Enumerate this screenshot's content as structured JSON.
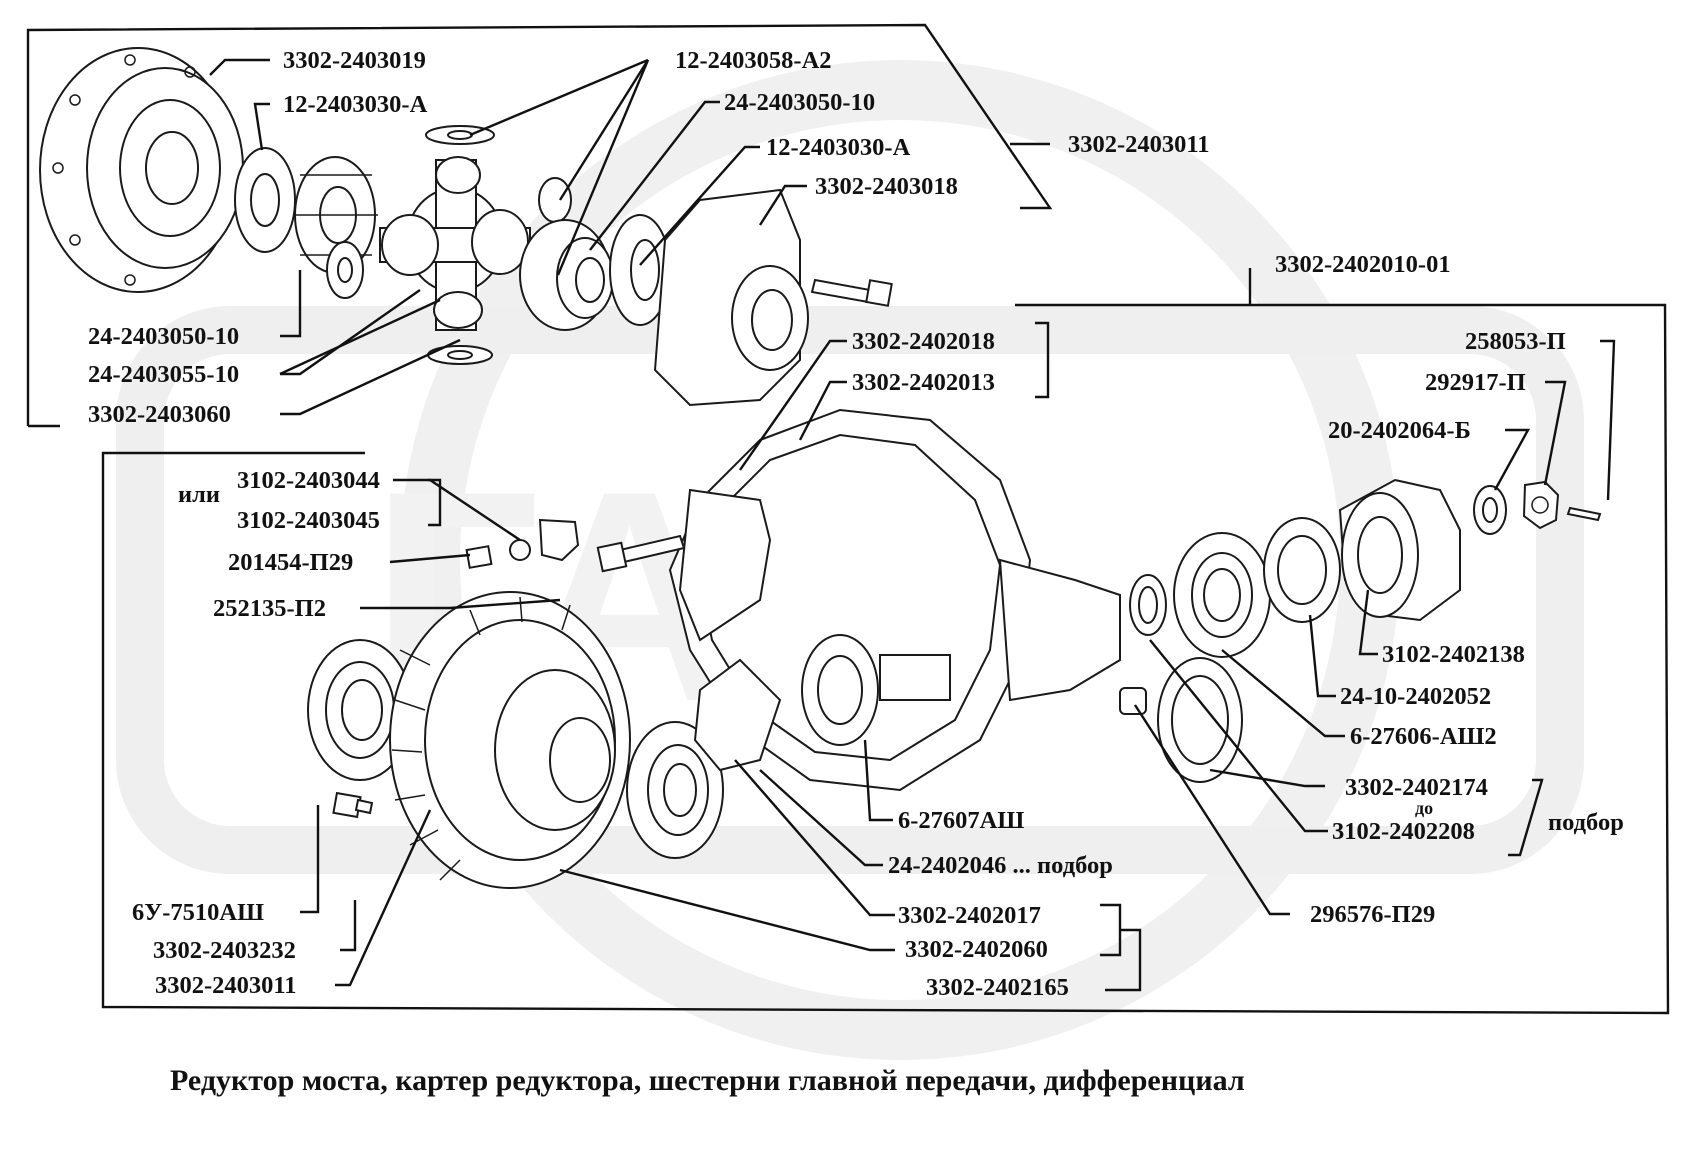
{
  "watermark": {
    "text": "ГАЗ",
    "color": "#e6e6e6"
  },
  "caption": "Редуктор моста, картер редуктора, шестерни главной передачи, дифференциал",
  "groups": {
    "differential_assembly": {
      "part": "3302-2403011"
    },
    "reducer_assembly": {
      "part": "3302-2402010-01"
    }
  },
  "labels": {
    "p_3302_2403019": "3302-2403019",
    "p_12_2403058_a2": "12-2403058-А2",
    "p_12_2403030_a_top": "12-2403030-А",
    "p_24_2403050_10_top": "24-2403050-10",
    "p_12_2403030_a_mid": "12-2403030-А",
    "p_3302_2403011_top": "3302-2403011",
    "p_3302_2403018": "3302-2403018",
    "p_3302_2402010_01": "3302-2402010-01",
    "p_24_2403050_10_left": "24-2403050-10",
    "p_24_2403055_10": "24-2403055-10",
    "p_3302_2403060": "3302-2403060",
    "p_3302_2402018": "3302-2402018",
    "p_3302_2402013": "3302-2402013",
    "p_258053_p": "258053-П",
    "p_292917_p": "292917-П",
    "p_20_2402064_b": "20-2402064-Б",
    "ili": "или",
    "p_3102_2403044": "3102-2403044",
    "p_3102_2403045": "3102-2403045",
    "p_201454_p29": "201454-П29",
    "p_252135_p2": "252135-П2",
    "p_3102_2402138": "3102-2402138",
    "p_24_10_2402052": "24-10-2402052",
    "p_6_27606_ash2": "6-27606-АШ2",
    "p_3302_2402174": "3302-2402174",
    "do": "до",
    "p_3102_2402208": "3102-2402208",
    "podbor_right": "подбор",
    "p_6_27607ash": "6-27607АШ",
    "p_24_2402046": "24-2402046 ... подбор",
    "p_3302_2402017": "3302-2402017",
    "p_3302_2402060": "3302-2402060",
    "p_3302_2402165": "3302-2402165",
    "p_296576_p29": "296576-П29",
    "p_6u_7510ash": "6У-7510АШ",
    "p_3302_2403232": "3302-2403232",
    "p_3302_2403011_bot": "3302-2403011"
  }
}
